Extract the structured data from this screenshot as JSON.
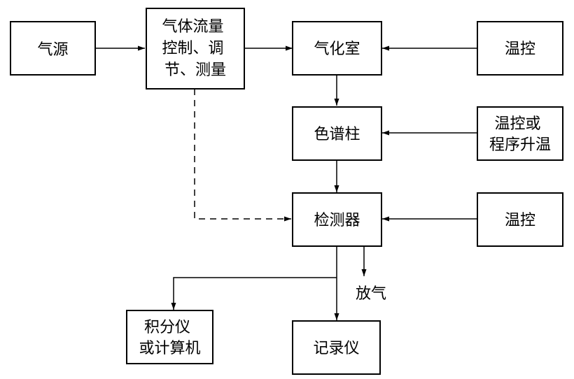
{
  "nodes": {
    "gas_source": {
      "lines": [
        "气源"
      ]
    },
    "flow_control": {
      "lines": [
        "气体流量",
        "控制、调",
        "节、测量"
      ]
    },
    "vaporizer": {
      "lines": [
        "气化室"
      ]
    },
    "temp_control_1": {
      "lines": [
        "温控"
      ]
    },
    "column": {
      "lines": [
        "色谱柱"
      ]
    },
    "temp_program": {
      "lines": [
        "温控或",
        "程序升温"
      ]
    },
    "detector": {
      "lines": [
        "检测器"
      ]
    },
    "temp_control_2": {
      "lines": [
        "温控"
      ]
    },
    "integrator": {
      "lines": [
        "积分仪",
        "或计算机"
      ]
    },
    "recorder": {
      "lines": [
        "记录仪"
      ]
    }
  },
  "vent_label": "放气"
}
